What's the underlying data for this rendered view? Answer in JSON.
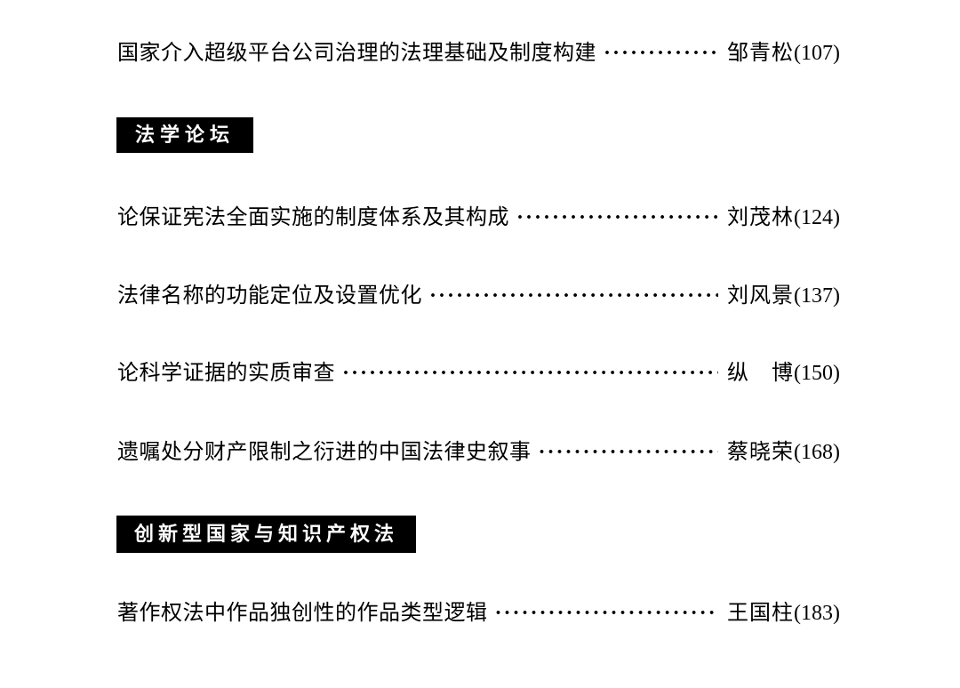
{
  "document": {
    "kind": "journal-table-of-contents-page",
    "background_color": "#ffffff",
    "text_color": "#000000",
    "badge_background_color": "#000000",
    "badge_text_color": "#ffffff",
    "leader": "·········································································································"
  },
  "sections": [
    {
      "label": "法学论坛"
    },
    {
      "label": "创新型国家与知识产权法"
    }
  ],
  "entries": [
    {
      "title": "国家介入超级平台公司治理的法理基础及制度构建",
      "author": "邹青松",
      "page_label": "(107)"
    },
    {
      "title": "论保证宪法全面实施的制度体系及其构成",
      "author": "刘茂林",
      "page_label": "(124)"
    },
    {
      "title": "法律名称的功能定位及设置优化",
      "author": "刘风景",
      "page_label": "(137)"
    },
    {
      "title": "论科学证据的实质审查",
      "author": "纵　博",
      "page_label": "(150)"
    },
    {
      "title": "遗嘱处分财产限制之衍进的中国法律史叙事",
      "author": "蔡晓荣",
      "page_label": "(168)"
    },
    {
      "title": "著作权法中作品独创性的作品类型逻辑",
      "author": "王国柱",
      "page_label": "(183)"
    }
  ]
}
